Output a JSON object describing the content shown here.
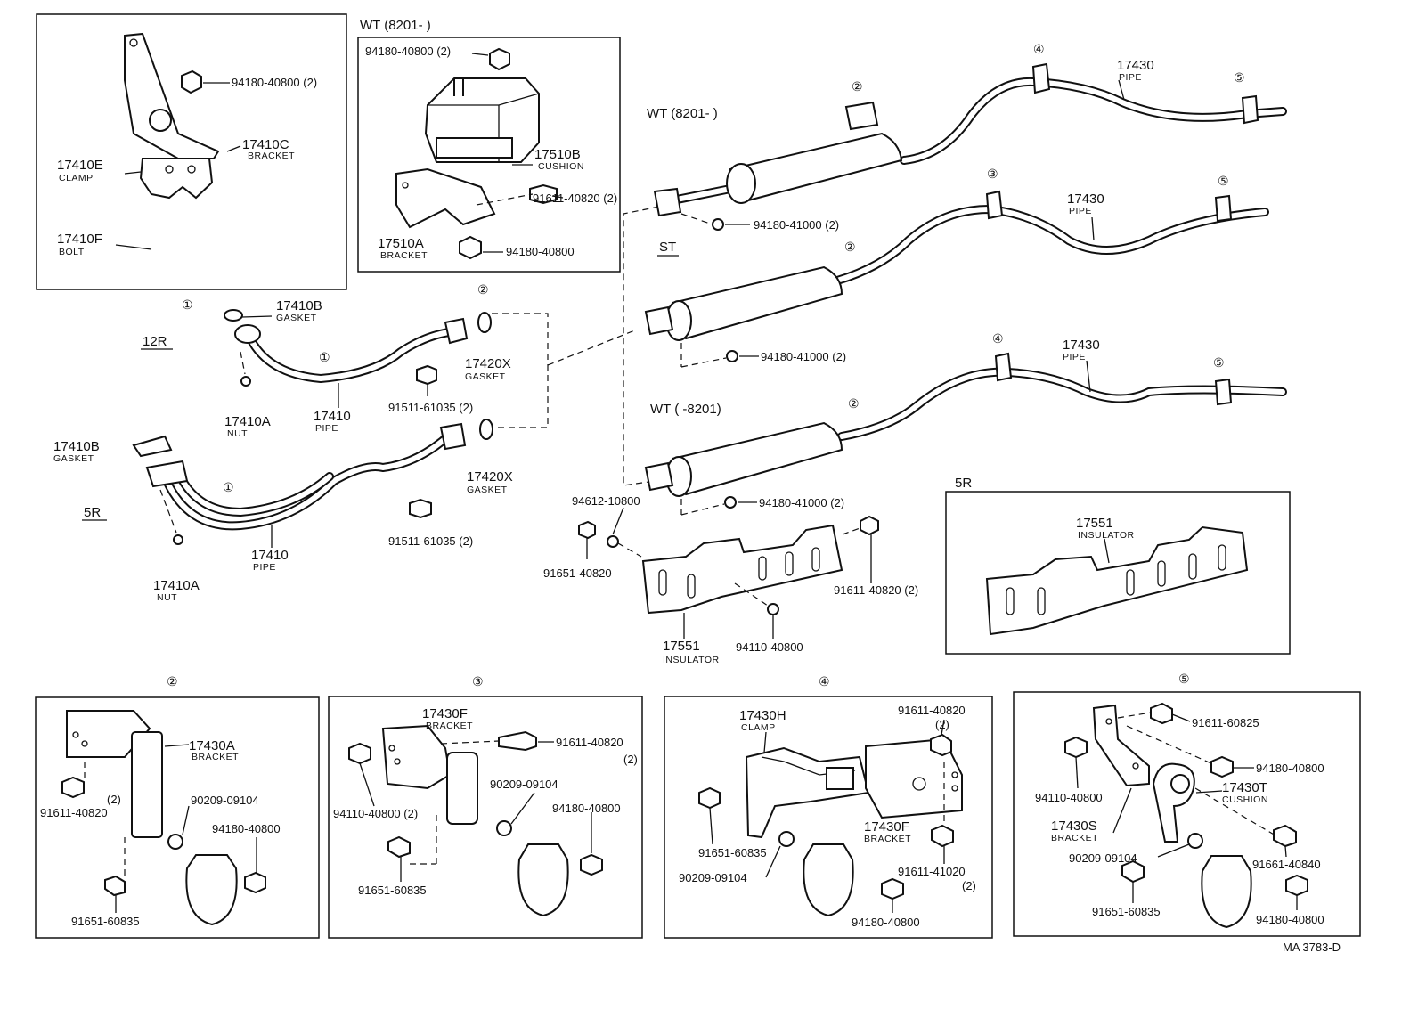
{
  "footer": {
    "code": "MA  3783-D"
  },
  "variants": {
    "wt_new": "WT  (8201-        )",
    "st": "ST",
    "wt_old": "WT  (         -8201)",
    "r12": "12R",
    "r5": "5R",
    "r5_box": "5R",
    "wt_box": "WT  (8201-        )"
  },
  "markers": {
    "m1": "①",
    "m2": "②",
    "m3": "③",
    "m4": "④",
    "m5": "⑤"
  },
  "box1": {
    "nut": "94180-40800 (2)",
    "bracket_no": "17410C",
    "bracket_nm": "BRACKET",
    "clamp_no": "17410E",
    "clamp_nm": "CLAMP",
    "bolt_no": "17410F",
    "bolt_nm": "BOLT"
  },
  "box2": {
    "nut_top": "94180-40800 (2)",
    "cushion_no": "17510B",
    "cushion_nm": "CUSHION",
    "bolt": "91611-40820 (2)",
    "bracket_no": "17510A",
    "bracket_nm": "BRACKET",
    "nut_bot": "94180-40800"
  },
  "front": {
    "gasket_b1_no": "17410B",
    "gasket_b1_nm": "GASKET",
    "nut_a1_no": "17410A",
    "nut_a1_nm": "NUT",
    "pipe1_no": "17410",
    "pipe1_nm": "PIPE",
    "bolt1": "91511-61035 (2)",
    "gasket_x1_no": "17420X",
    "gasket_x1_nm": "GASKET",
    "gasket_b2_no": "17410B",
    "gasket_b2_nm": "GASKET",
    "pipe2_no": "17410",
    "pipe2_nm": "PIPE",
    "nut_a2_no": "17410A",
    "nut_a2_nm": "NUT",
    "bolt2": "91511-61035 (2)",
    "gasket_x2_no": "17420X",
    "gasket_x2_nm": "GASKET"
  },
  "rear": {
    "pipe_top_no": "17430",
    "pipe_top_nm": "PIPE",
    "nut_top": "94180-41000 (2)",
    "pipe_mid_no": "17430",
    "pipe_mid_nm": "PIPE",
    "nut_mid": "94180-41000 (2)",
    "pipe_bot_no": "17430",
    "pipe_bot_nm": "PIPE",
    "nut_bot": "94180-41000 (2)"
  },
  "insulator": {
    "washer": "94612-10800",
    "bolt_left": "91651-40820",
    "bolt_right": "91611-40820 (2)",
    "ins_no": "17551",
    "ins_nm": "INSULATOR",
    "nut": "94110-40800",
    "box_ins_no": "17551",
    "box_ins_nm": "INSULATOR"
  },
  "d2": {
    "bracket_no": "17430A",
    "bracket_nm": "BRACKET",
    "washer": "90209-09104",
    "bolt": "91611-40820",
    "qty": "(2)",
    "nut": "94180-40800",
    "bolt2": "91651-60835"
  },
  "d3": {
    "bracket_no": "17430F",
    "bracket_nm": "BRACKET",
    "bolt": "91611-40820",
    "qty": "(2)",
    "washer": "90209-09104",
    "nut_left": "94110-40800 (2)",
    "nut": "94180-40800",
    "bolt2": "91651-60835"
  },
  "d4": {
    "clamp_no": "17430H",
    "clamp_nm": "CLAMP",
    "bolt": "91611-40820",
    "qty": "(2)",
    "bracket_no": "17430F",
    "bracket_nm": "BRACKET",
    "bolt_left": "91651-60835",
    "bolt_r": "91611-41020",
    "qty2": "(2)",
    "washer": "90209-09104",
    "nut": "94180-40800"
  },
  "d5": {
    "bolt": "91611-60825",
    "nut_r": "94180-40800",
    "nut_l": "94110-40800",
    "cushion_no": "17430T",
    "cushion_nm": "CUSHION",
    "bracket_no": "17430S",
    "bracket_nm": "BRACKET",
    "washer": "90209-09104",
    "bolt_r": "91661-40840",
    "bolt2": "91651-60835",
    "nut_b": "94180-40800"
  }
}
